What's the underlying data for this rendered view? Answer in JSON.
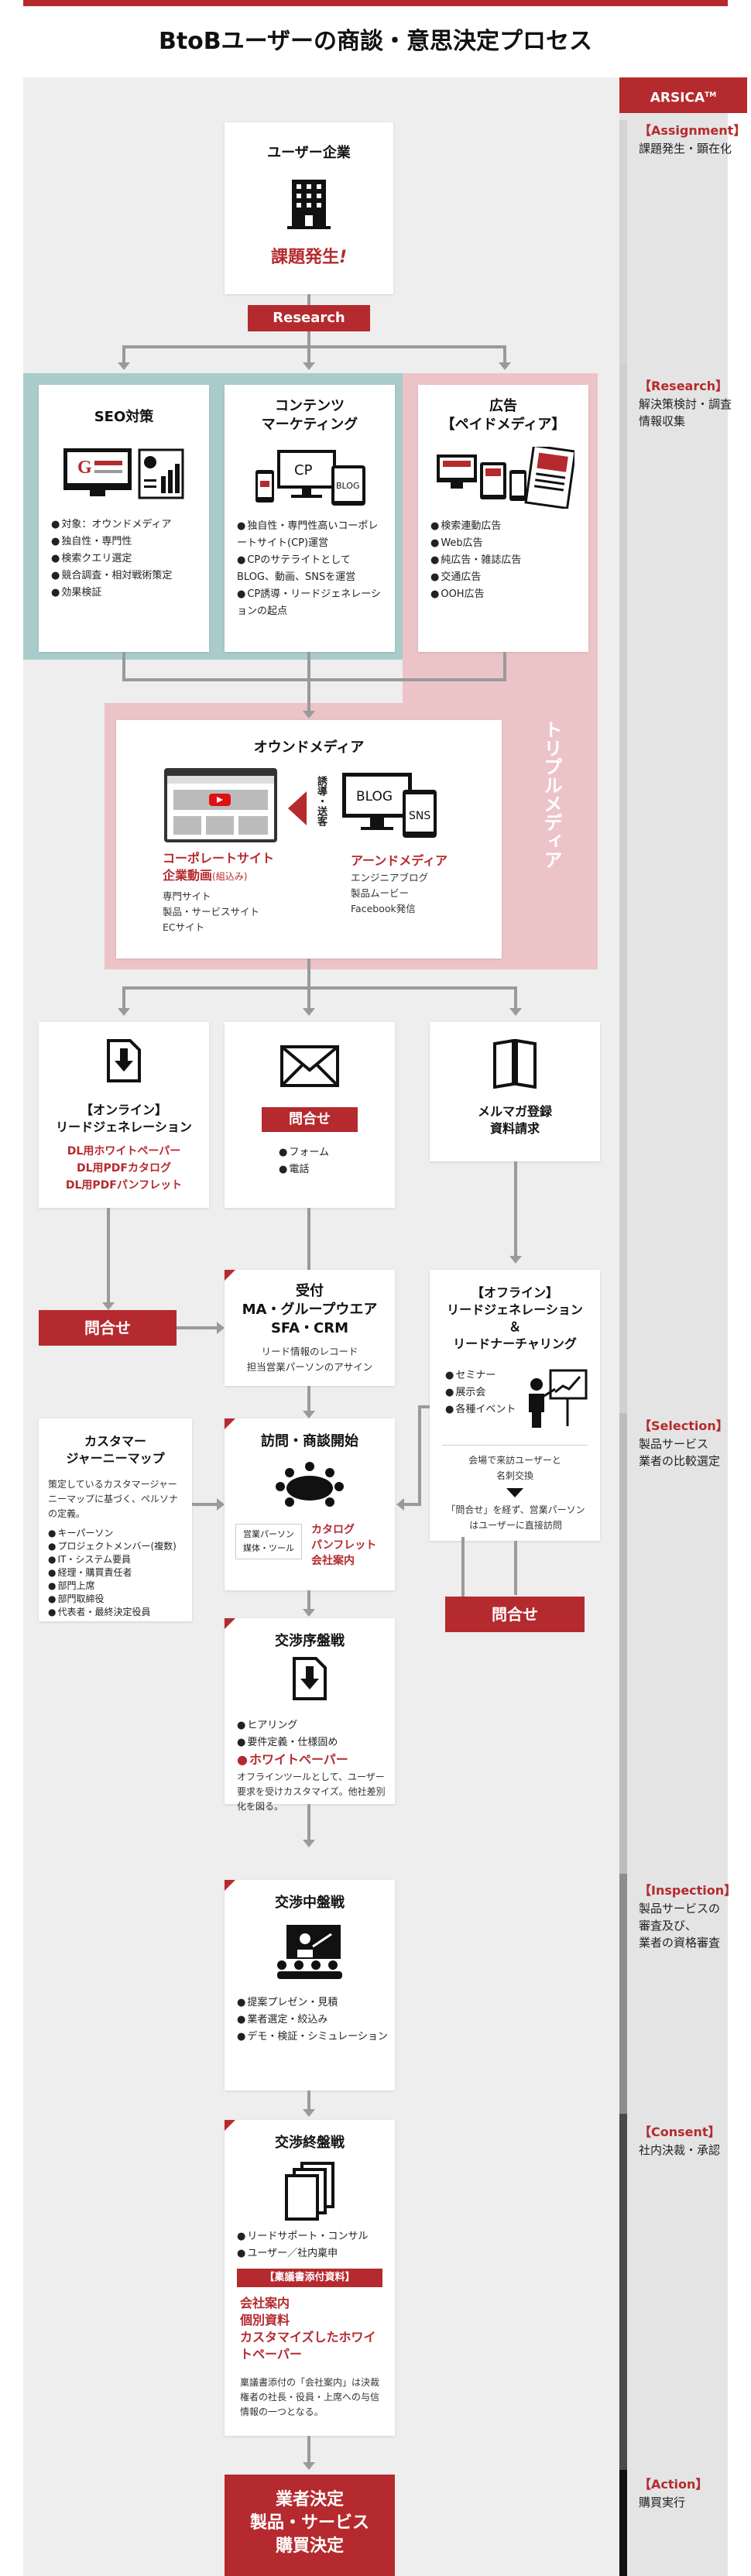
{
  "title": "BtoBユーザーの商談・意思決定プロセス",
  "brand": "ARSICA",
  "brand_mark": "TM",
  "colors": {
    "accent": "#b52a2e",
    "teal": "#a9cccb",
    "pink": "#ecc4c8",
    "panel": "#eeeeee"
  },
  "stages": [
    {
      "label": "【Assignment】",
      "desc": "課題発生・顕在化"
    },
    {
      "label": "【Research】",
      "desc": "解決策検討・調査\n情報収集"
    },
    {
      "label": "【Selection】",
      "desc": "製品サービス\n業者の比較選定"
    },
    {
      "label": "【Inspection】",
      "desc": "製品サービスの\n審査及び、\n業者の資格審査"
    },
    {
      "label": "【Consent】",
      "desc": "社内決裁・承認"
    },
    {
      "label": "【Action】",
      "desc": "購買実行"
    }
  ],
  "user": {
    "title": "ユーザー企業",
    "issue": "課題発生",
    "issue_mark": "!"
  },
  "research_label": "Research",
  "seo": {
    "title": "SEO対策",
    "items": [
      "対象：オウンドメディア",
      "独自性・専門性",
      "検索クエリ選定",
      "競合調査・相対戦術策定",
      "効果検証"
    ]
  },
  "content": {
    "title_line1": "コンテンツ",
    "title_line2": "マーケティング",
    "items": [
      "独自性・専門性高いコーポレートサイト(CP)運営",
      "CPのサテライトとしてBLOG、動画、SNSを運営",
      "CP誘導・リードジェネレーションの起点"
    ]
  },
  "ad": {
    "title_line1": "広告",
    "title_line2": "【ペイドメディア】",
    "items": [
      "検索連動広告",
      "Web広告",
      "純広告・雑誌広告",
      "交通広告",
      "OOH広告"
    ]
  },
  "triple_media": "トリプルメディア",
  "owned": {
    "title": "オウンドメディア",
    "corp_line1": "コーポレートサイト",
    "corp_line2": "企業動画",
    "corp_sub": "(組込み)",
    "corp_items": [
      "専門サイト",
      "製品・サービスサイト",
      "ECサイト"
    ],
    "earned_title": "アーンドメディア",
    "earned_items": [
      "エンジニアブログ",
      "製品ムービー",
      "Facebook発信"
    ],
    "arrow_label": "誘導・送客",
    "blog": "BLOG",
    "sns": "SNS"
  },
  "online_lead": {
    "title_line1": "【オンライン】",
    "title_line2": "リードジェネレーション",
    "items": [
      "DL用ホワイトペーパー",
      "DL用PDFカタログ",
      "DL用PDFパンフレット"
    ]
  },
  "inquiry_box": {
    "label": "問合せ",
    "items": [
      "フォーム",
      "電話"
    ]
  },
  "mailmag": {
    "title_line1": "メルマガ登録",
    "title_line2": "資料請求"
  },
  "inquiry_left": "問合せ",
  "inquiry_right": "問合せ",
  "reception": {
    "title_line1": "受付",
    "title_line2": "MA・グループウエア",
    "title_line3": "SFA・CRM",
    "desc_line1": "リード情報のレコード",
    "desc_line2": "担当営業パーソンのアサイン"
  },
  "offline": {
    "title_line1": "【オフライン】",
    "title_line2": "リードジェネレーション",
    "title_line3": "＆",
    "title_line4": "リードナーチャリング",
    "items": [
      "セミナー",
      "展示会",
      "各種イベント"
    ],
    "note1": "会場で来訪ユーザーと",
    "note2": "名刺交換",
    "note3": "「問合せ」を経ず、営業パーソンはユーザーに直接訪問"
  },
  "journey": {
    "title_line1": "カスタマー",
    "title_line2": "ジャーニーマップ",
    "desc": "策定しているカスタマージャーニーマップに基づく、ペルソナの定義。",
    "items": [
      "キーパーソン",
      "プロジェクトメンバー(複数)",
      "IT・システム要員",
      "経理・購買責任者",
      "部門上席",
      "部門取締役",
      "代表者・最終決定役員"
    ]
  },
  "visit": {
    "title": "訪問・商談開始",
    "left_line1": "営業パーソン",
    "left_line2": "媒体・ツール",
    "right_items": [
      "カタログ",
      "パンフレット",
      "会社案内"
    ]
  },
  "early": {
    "title": "交渉序盤戦",
    "items": [
      "ヒアリング",
      "要件定義・仕様固め",
      "ホワイトペーパー"
    ],
    "desc": "オフラインツールとして、ユーザー要求を受けカスタマイズ。他社差別化を図る。"
  },
  "middle": {
    "title": "交渉中盤戦",
    "items": [
      "提案プレゼン・見積",
      "業者選定・絞込み",
      "デモ・検証・シミュレーション"
    ]
  },
  "final": {
    "title": "交渉終盤戦",
    "items": [
      "リードサポート・コンサル",
      "ユーザー／社内稟申"
    ],
    "badge": "【稟議書添付資料】",
    "red_items": [
      "会社案内",
      "個別資料",
      "カスタマイズしたホワイトペーパー"
    ],
    "desc": "稟議書添付の「会社案内」は決裁権者の社長・役員・上席への与信情報の一つとなる。"
  },
  "decision": {
    "line1": "業者決定",
    "line2": "製品・サービス",
    "line3": "購買決定"
  }
}
